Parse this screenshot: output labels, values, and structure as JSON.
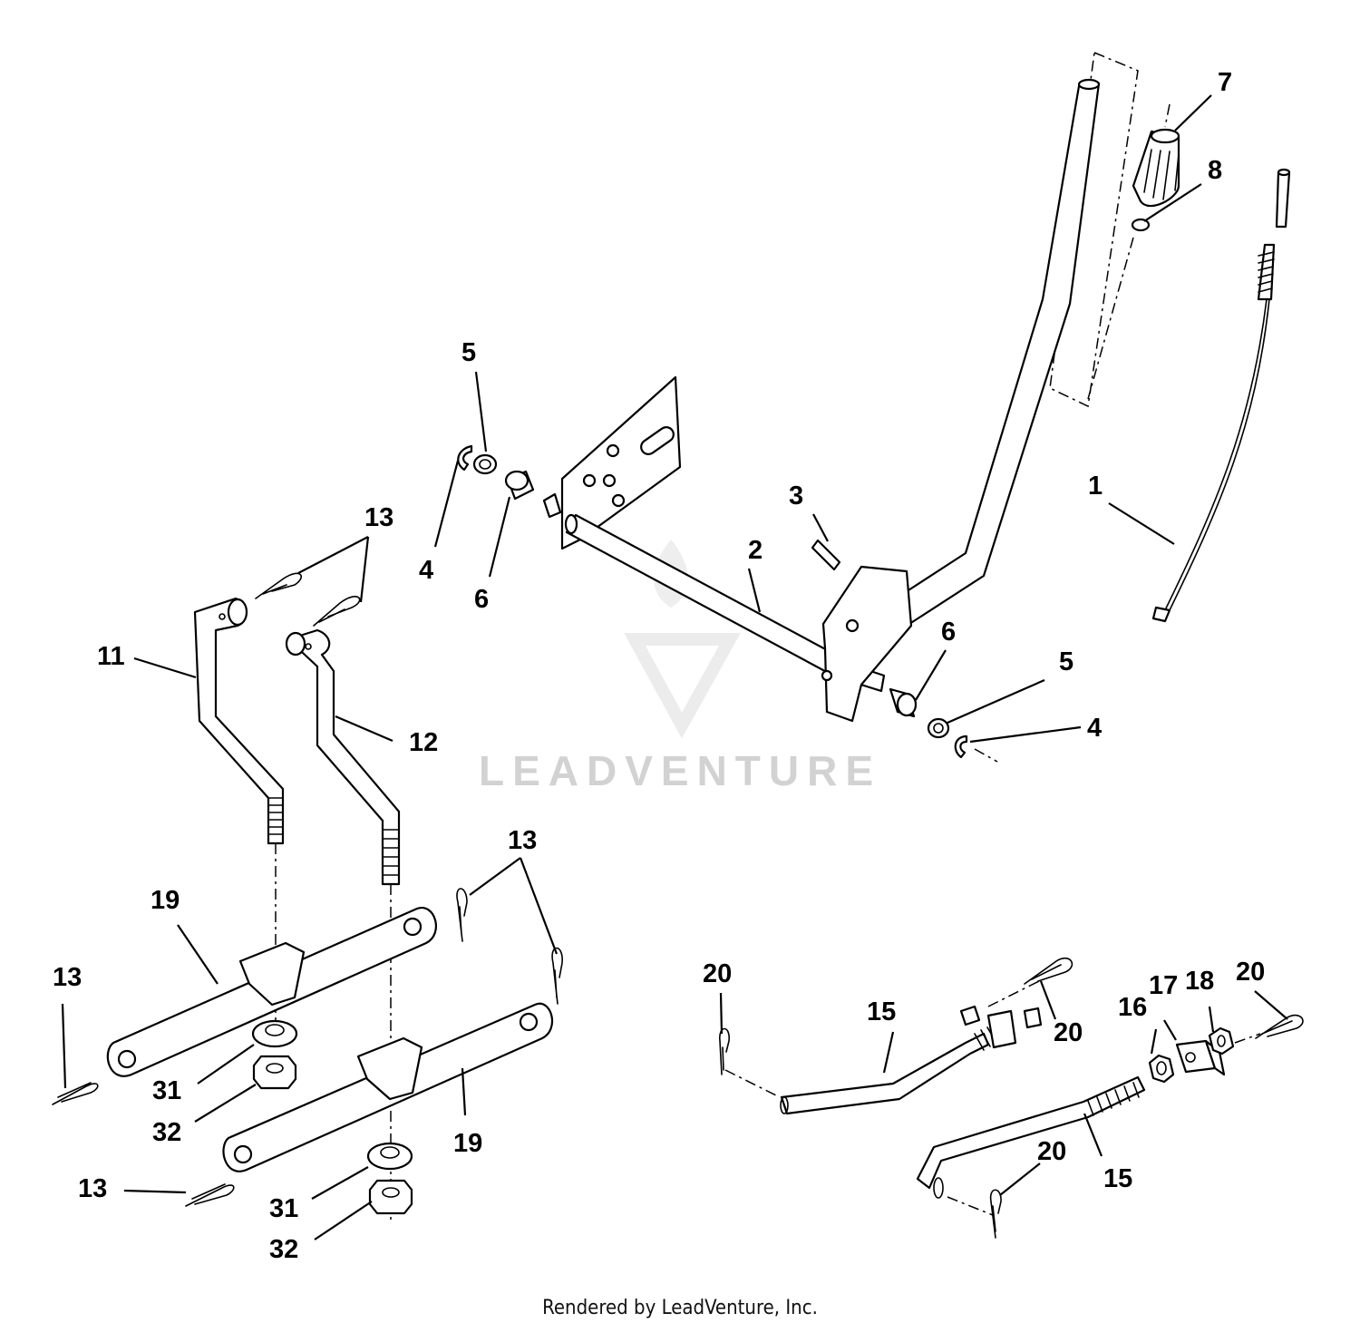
{
  "callouts": {
    "c1": "1",
    "c2": "2",
    "c3": "3",
    "c4a": "4",
    "c4b": "4",
    "c5a": "5",
    "c5b": "5",
    "c6a": "6",
    "c6b": "6",
    "c7": "7",
    "c8": "8",
    "c11": "11",
    "c12": "12",
    "c13a": "13",
    "c13b": "13",
    "c13c": "13",
    "c13d": "13",
    "c15a": "15",
    "c15b": "15",
    "c16": "16",
    "c17": "17",
    "c18": "18",
    "c19a": "19",
    "c19b": "19",
    "c20a": "20",
    "c20b": "20",
    "c20c": "20",
    "c20d": "20",
    "c31a": "31",
    "c31b": "31",
    "c32a": "32",
    "c32b": "32"
  },
  "watermark": "LEADVENTURE",
  "footer": "Rendered by LeadVenture, Inc."
}
